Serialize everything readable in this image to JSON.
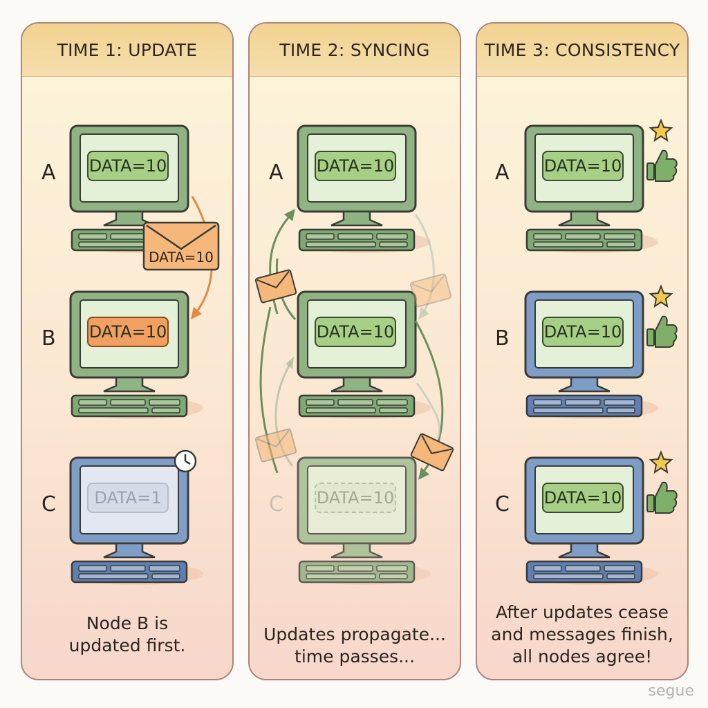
{
  "panels": [
    {
      "title": "TIME 1: UPDATE",
      "caption": [
        "Node B is",
        "updated first."
      ],
      "nodes": [
        {
          "label": "A",
          "data": "DATA=10"
        },
        {
          "label": "B",
          "data": "DATA=10"
        },
        {
          "label": "C",
          "data": "DATA=1"
        }
      ],
      "message": "DATA=10"
    },
    {
      "title": "TIME 2: SYNCING",
      "caption": [
        "Updates propagate...",
        "time passes..."
      ],
      "nodes": [
        {
          "label": "A",
          "data": "DATA=10"
        },
        {
          "label": "",
          "data": "DATA=10"
        },
        {
          "label": "C",
          "data": "DATA=10"
        }
      ]
    },
    {
      "title": "TIME 3: CONSISTENCY",
      "caption": [
        "After updates cease",
        "and messages finish,",
        "all nodes agree!"
      ],
      "nodes": [
        {
          "label": "A",
          "data": "DATA=10"
        },
        {
          "label": "B",
          "data": "DATA=10"
        },
        {
          "label": "C",
          "data": "DATA=10"
        }
      ]
    }
  ],
  "watermark": "segue",
  "colors": {
    "green_monitor": "#8fb383",
    "blue_monitor": "#7e9ec8",
    "screen_light": "#e5f0d8",
    "data_green": "#a7cf86",
    "data_orange": "#f2a062",
    "stale_screen": "#e2e7f2",
    "envelope": "#f5b87a",
    "arrow_green": "#6b8f5e",
    "arrow_orange": "#e08a45"
  },
  "icons": [
    "envelope-icon",
    "clock-icon",
    "star-icon",
    "thumbs-up-icon",
    "arrow-icon"
  ]
}
